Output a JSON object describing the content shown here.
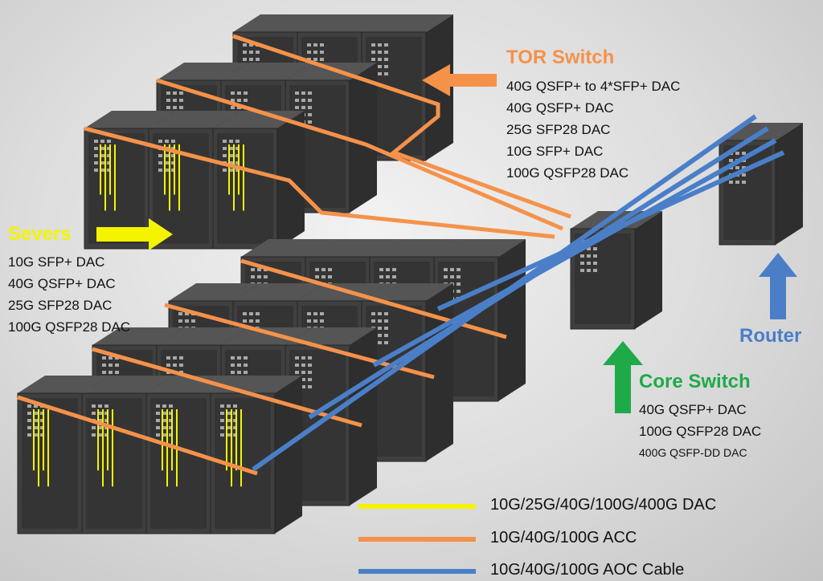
{
  "tor_switch": {
    "title": "TOR Switch",
    "color": "#f5924a",
    "items": [
      "40G QSFP+ to 4*SFP+ DAC",
      "40G QSFP+ DAC",
      "25G SFP28 DAC",
      "10G SFP+ DAC",
      "100G QSFP28 DAC"
    ]
  },
  "servers": {
    "title": "Severs",
    "color": "#f4f400",
    "items": [
      "10G SFP+ DAC",
      "40G  QSFP+ DAC",
      "25G SFP28 DAC",
      "100G QSFP28 DAC"
    ]
  },
  "core_switch": {
    "title": "Core Switch",
    "color": "#1faa4a",
    "items": [
      "40G QSFP+ DAC",
      "100G QSFP28 DAC",
      "400G QSFP-DD DAC"
    ]
  },
  "router": {
    "title": "Router",
    "color": "#4a7fc8"
  },
  "legend": [
    {
      "label": "10G/25G/40G/100G/400G DAC",
      "color": "#f4f400"
    },
    {
      "label": "10G/40G/100G ACC",
      "color": "#f5924a"
    },
    {
      "label": "10G/40G/100G AOC Cable",
      "color": "#4a7fc8"
    }
  ]
}
